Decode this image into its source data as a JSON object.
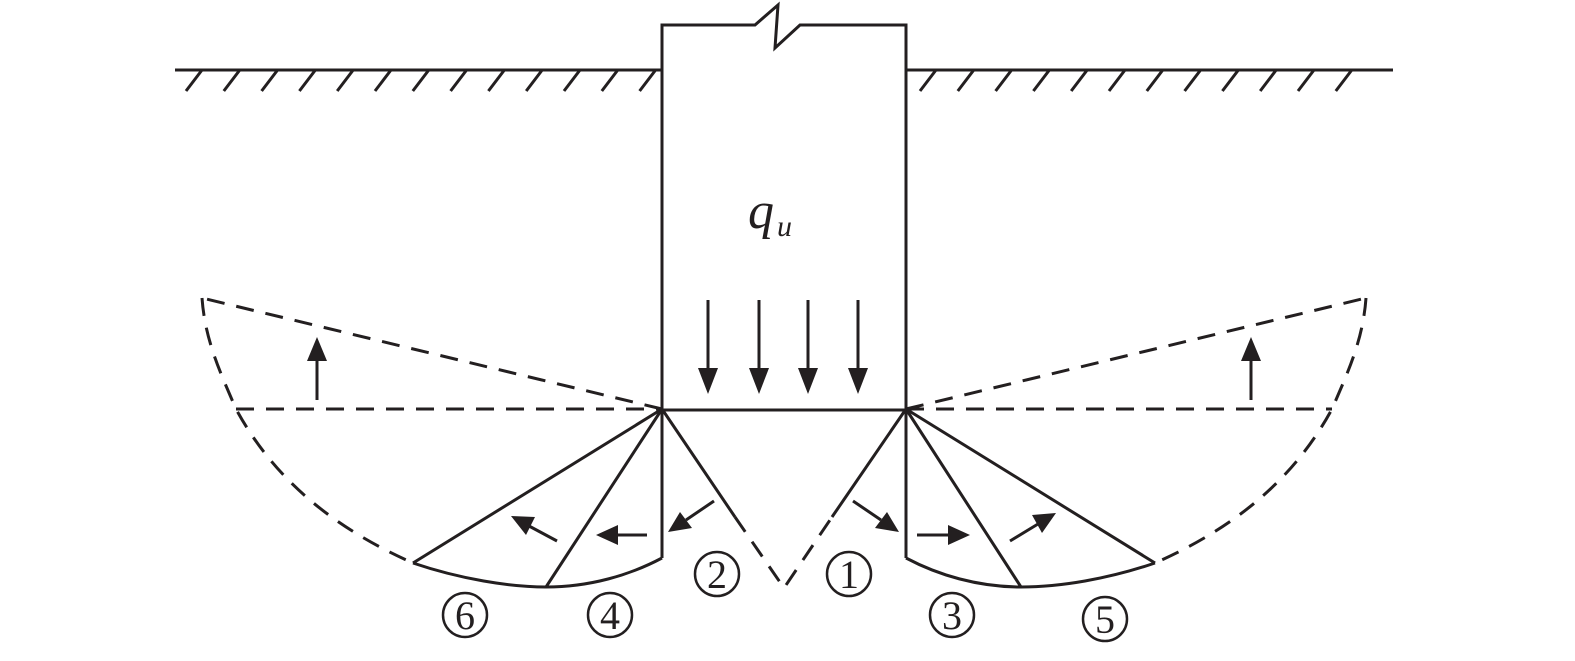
{
  "load_label": {
    "symbol": "q",
    "subscript": "u"
  },
  "zones": [
    {
      "id": "zone-1",
      "label": "1"
    },
    {
      "id": "zone-2",
      "label": "2"
    },
    {
      "id": "zone-3",
      "label": "3"
    },
    {
      "id": "zone-4",
      "label": "4"
    },
    {
      "id": "zone-5",
      "label": "5"
    },
    {
      "id": "zone-6",
      "label": "6"
    }
  ],
  "colors": {
    "line": "#231f20",
    "background": "#ffffff"
  }
}
